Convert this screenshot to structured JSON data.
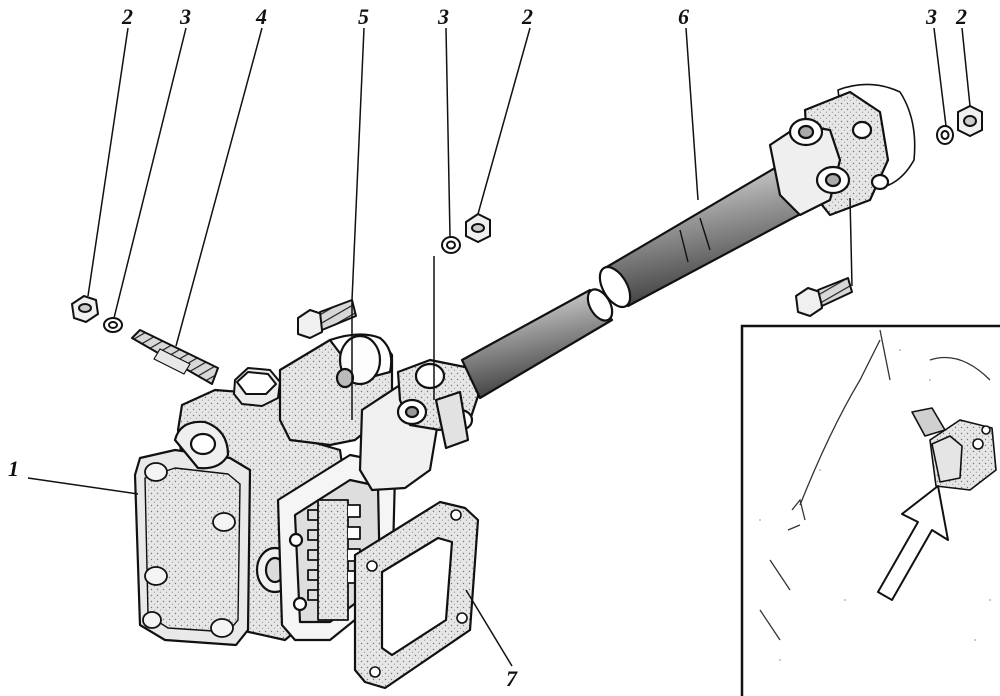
{
  "colors": {
    "ink": "#111111",
    "paper": "#ffffff",
    "shade": "#cfcfcf",
    "mid": "#9a9a9a",
    "dark": "#4a4a4a"
  },
  "callouts": [
    {
      "id": "c1",
      "label": "1"
    },
    {
      "id": "c2a",
      "label": "2"
    },
    {
      "id": "c3a",
      "label": "3"
    },
    {
      "id": "c4",
      "label": "4"
    },
    {
      "id": "c5",
      "label": "5"
    },
    {
      "id": "c3b",
      "label": "3"
    },
    {
      "id": "c2b",
      "label": "2"
    },
    {
      "id": "c6",
      "label": "6"
    },
    {
      "id": "c3c",
      "label": "3"
    },
    {
      "id": "c2c",
      "label": "2"
    },
    {
      "id": "c7",
      "label": "7"
    }
  ]
}
